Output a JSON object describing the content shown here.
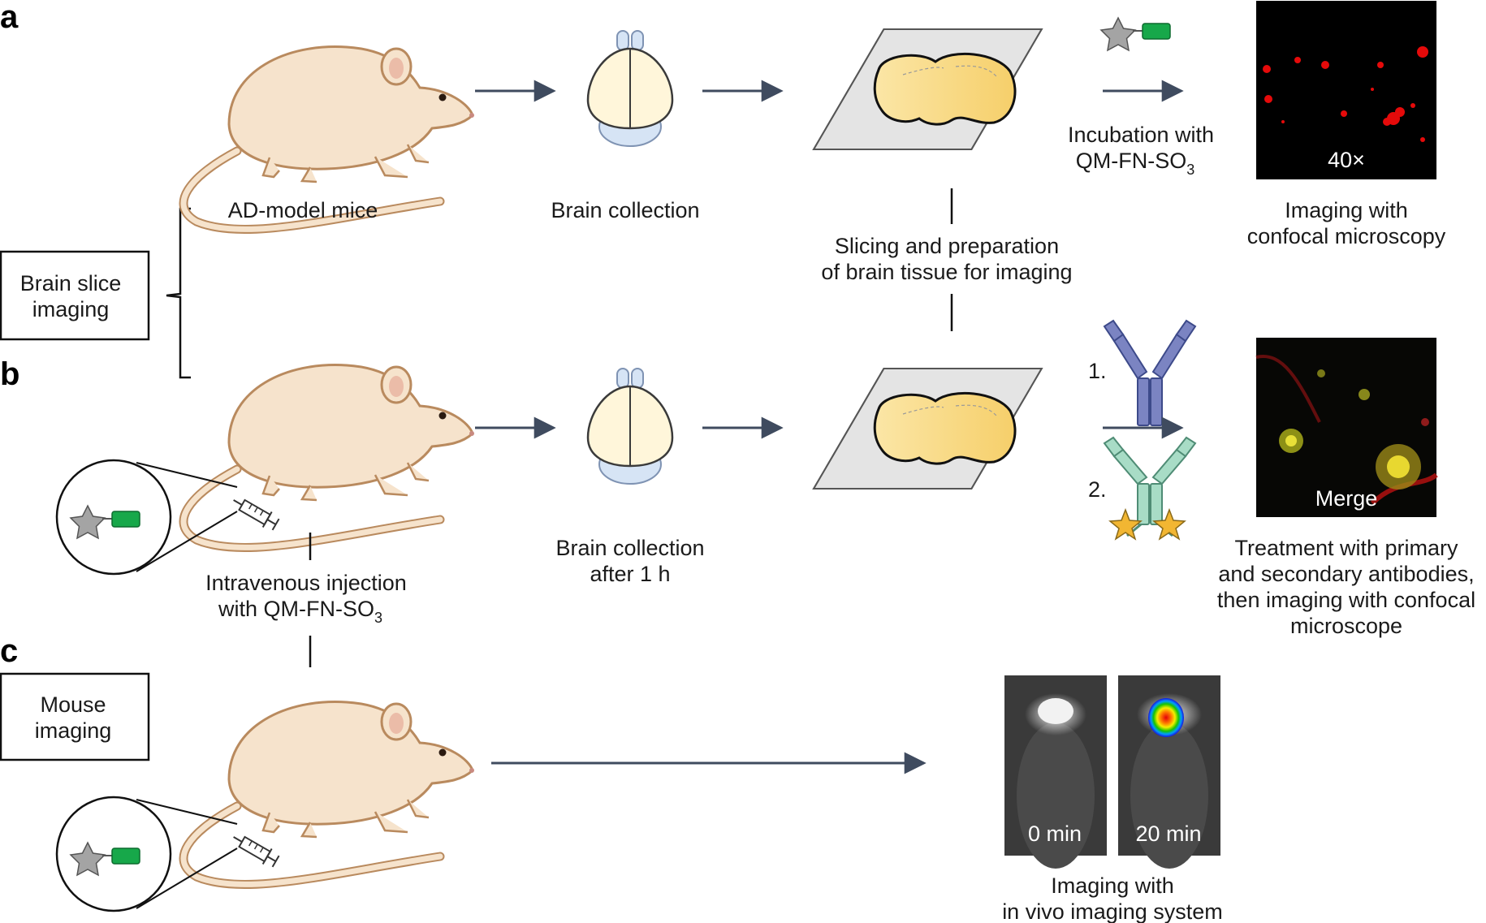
{
  "panels": {
    "a": "a",
    "b": "b",
    "c": "c"
  },
  "boxes": {
    "brain_slice": [
      "Brain slice",
      "imaging"
    ],
    "mouse_imaging": [
      "Mouse",
      "imaging"
    ]
  },
  "row_a": {
    "mouse_label": "AD-model mice",
    "brain_label": "Brain collection",
    "incubation": [
      "Incubation with",
      "QM-FN-SO"
    ],
    "incubation_sub": "3",
    "image_label": "40×",
    "imaging": [
      "Imaging with",
      "confocal microscopy"
    ]
  },
  "slicing": [
    "Slicing and preparation",
    "of brain tissue for imaging"
  ],
  "row_b": {
    "injection": [
      "Intravenous injection",
      "with QM-FN-SO"
    ],
    "injection_sub": "3",
    "brain_label": [
      "Brain collection",
      "after 1 h"
    ],
    "step1": "1.",
    "step2": "2.",
    "image_label": "Merge",
    "treatment": [
      "Treatment with primary",
      "and  secondary antibodies,",
      "then imaging with confocal",
      "microscope"
    ]
  },
  "row_c": {
    "image_labels": [
      "0 min",
      "20 min"
    ],
    "imaging": [
      "Imaging with",
      "in vivo imaging system"
    ]
  },
  "colors": {
    "mouse_fill": "#f6e3cc",
    "mouse_stroke": "#b98a5e",
    "arrow": "#3f4b5f",
    "slide": "#e4e4e4",
    "tissue": "#f8d978",
    "probe_green": "#17a84a",
    "antibody_primary": "#6b74b5",
    "antibody_secondary": "#8cc7b0",
    "star_gold": "#f2b632"
  }
}
